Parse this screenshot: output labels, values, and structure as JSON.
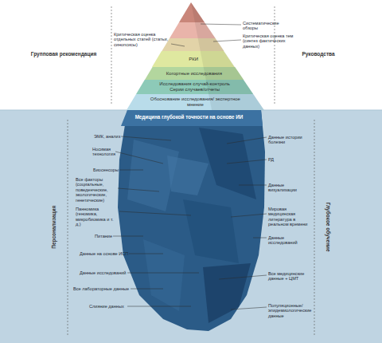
{
  "diagram": {
    "nodes": [
      {
        "text": [
          "РКИ"
        ]
      },
      {
        "text": [
          "Когортные исследования"
        ]
      },
      {
        "text": [
          "Исследования случай-контроль Серии случаев/отчеты"
        ]
      },
      {
        "text": [
          "Обоснование исследования/ экспертное мнение"
        ]
      },
      {
        "text": [
          "Медицина глубокой точности на основе ИИ"
        ]
      }
    ],
    "labels": [
      "Групповая рекомендация",
      "Руководства",
      "Систематические обзоры",
      "Критическая оценка тем (синтез фактических данных)",
      "Критическая оценка отдельных статей (статьи, синопсисы)",
      "ЭМК, анализ",
      "Носимая технология",
      "Биосенсоры",
      "Все факторы (социальные, поведенческие, экологические, генетические)",
      "Панномика (геномика, микробиомика и т. д.)",
      "Питание",
      "Данные на основе ИСП",
      "Данные исследований",
      "Все лабораторные данные",
      "Слияние данных",
      "Данные истории болезни",
      "РД",
      "Данные визуализации",
      "Мировая медицинская литература в реальном времени",
      "Данные исследований",
      "Все медицинские данные + ЦМТ",
      "Популяционные/ эпидемиологические данные",
      "Персонализация",
      "Глубокое обучение"
    ]
  }
}
